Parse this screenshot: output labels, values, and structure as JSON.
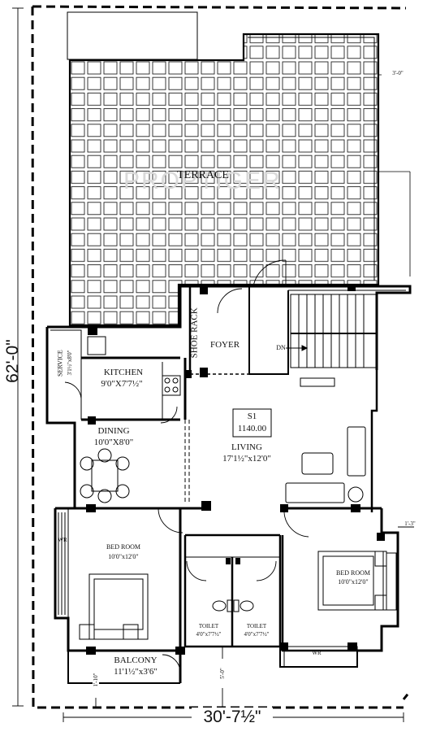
{
  "watermark": "PROPTIGER",
  "dimensions": {
    "overall_depth": "62'-0\"",
    "overall_width": "30'-7½\"",
    "terrace_setback": "3'-0\"",
    "bath_passage": "5'-0\"",
    "balcony_side": "1'-10\"",
    "right_setback": "1'-3\""
  },
  "unit": {
    "code": "S1",
    "area": "1140.00"
  },
  "rooms": {
    "terrace": {
      "name": "TERRACE"
    },
    "shoe_rack": {
      "name": "SHOE RACK"
    },
    "foyer": {
      "name": "FOYER"
    },
    "service": {
      "name": "SERVICE",
      "size": "3'1½\"x8'0\""
    },
    "kitchen": {
      "name": "KITCHEN",
      "size": "9'0\"X7'7½\""
    },
    "dining": {
      "name": "DINING",
      "size": "10'0\"X8'0\""
    },
    "living": {
      "name": "LIVING",
      "size": "17'1½\"x12'0\""
    },
    "bed_room_left": {
      "name": "BED ROOM",
      "size": "10'0\"x12'0\""
    },
    "bed_room_right": {
      "name": "BED ROOM",
      "size": "10'0\"x12'0\""
    },
    "toilet_left": {
      "name": "TOILET",
      "size": "4'0\"x7'7½\""
    },
    "toilet_right": {
      "name": "TOILET",
      "size": "4'0\"x7'7½\""
    },
    "balcony": {
      "name": "BALCONY",
      "size": "11'1½\"x3'6\""
    }
  },
  "annotations": {
    "stair": "DN",
    "wardrobe": "WR"
  }
}
